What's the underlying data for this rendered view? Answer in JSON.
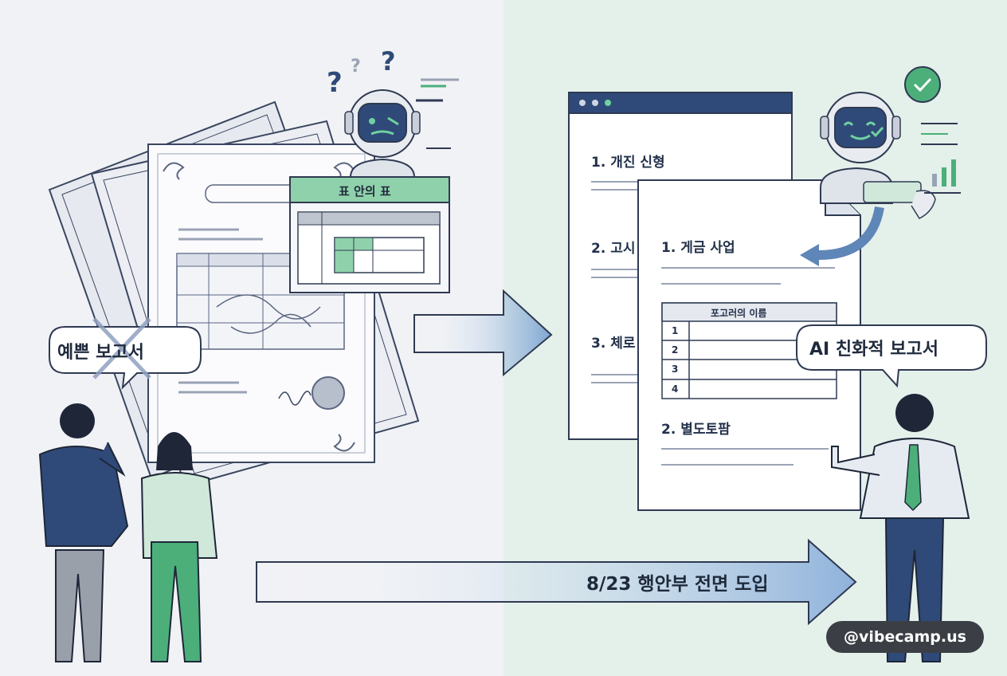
{
  "left": {
    "bubble_text": "예쁜 보고서",
    "nested_table_label": "표 안의 표"
  },
  "right": {
    "back_doc_items": [
      "1. 개진 신형",
      "2. 고시",
      "3. 체로"
    ],
    "front_doc_items": [
      "1. 게금 사업",
      "2. 별도토팜"
    ],
    "table_header": "포고러의 이름",
    "table_rows": [
      "1",
      "2",
      "3",
      "4"
    ],
    "bubble_text": "AI 친화적 보고서"
  },
  "timeline_arrow_text": "8/23 행안부 전면 도입",
  "watermark": "@vibecamp.us",
  "colors": {
    "left_bg": "#f1f2f5",
    "right_bg": "#e4f0ea",
    "accent_green": "#4caf7a",
    "navy": "#2f4a78",
    "arrow_blue": "#7fa6d2"
  }
}
